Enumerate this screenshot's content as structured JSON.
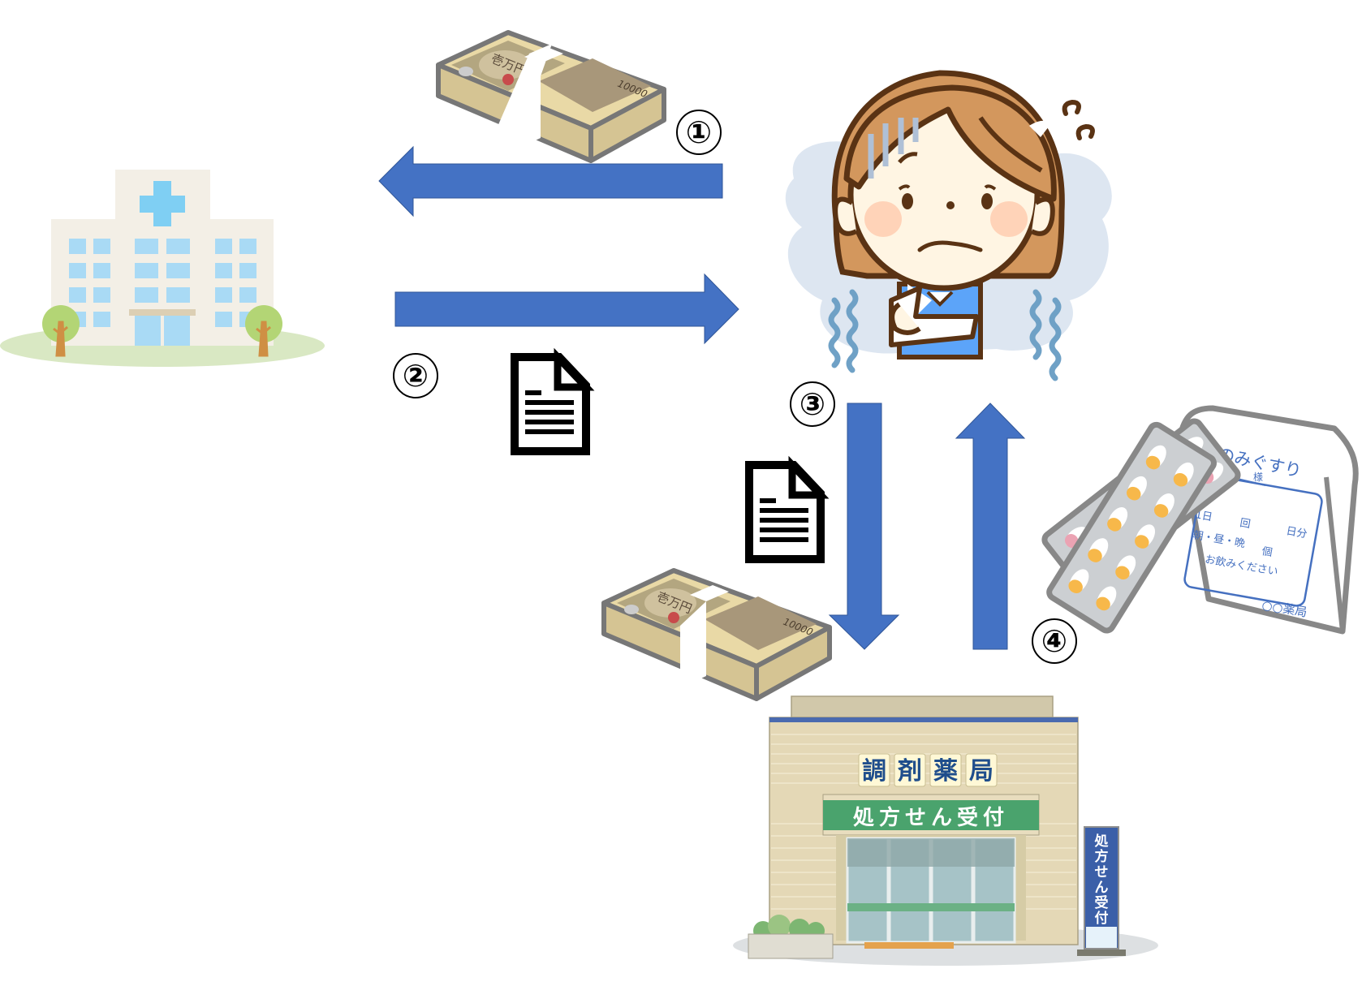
{
  "diagram": {
    "description": "Prescription and payment flow between hospital, patient and pharmacy",
    "colors": {
      "arrow": "#4472C4",
      "arrow_border": "#2F5597",
      "hospital_wall": "#F3EFE6",
      "hospital_window": "#A9DAF5",
      "hospital_cross": "#7FCFF3",
      "ground": "#D9E8C3",
      "tree": "#B3D575",
      "pharmacy_wall": "#E4D8B6",
      "pharmacy_sign_green": "#4AA36D",
      "pharmacy_sign_blue": "#3B5FA8",
      "pharmacy_title_text": "#1F4E8C"
    },
    "nodes": {
      "hospital": {
        "label": "hospital"
      },
      "patient": {
        "label": "patient"
      },
      "pharmacy": {
        "label": "pharmacy",
        "title_sign": [
          "調",
          "剤",
          "薬",
          "局"
        ],
        "reception_sign": "処方せん受付",
        "stand_sign": [
          "処",
          "方",
          "せ",
          "ん",
          "受",
          "付"
        ]
      },
      "medicine_bag": {
        "title": "のみぐすり",
        "name_suffix": "様",
        "lines": [
          "1日",
          "回",
          "日分",
          "朝・昼・晩",
          "個",
          "お飲みください"
        ],
        "pharmacy_name": "○○薬局"
      }
    },
    "money": {
      "band_text": "壱万円",
      "denomination": "10000"
    },
    "steps": [
      {
        "number": "①",
        "from": "patient",
        "to": "hospital",
        "carries": "money"
      },
      {
        "number": "②",
        "from": "hospital",
        "to": "patient",
        "carries": "prescription"
      },
      {
        "number": "③",
        "from": "patient",
        "to": "pharmacy",
        "carries": "prescription + money"
      },
      {
        "number": "④",
        "from": "pharmacy",
        "to": "patient",
        "carries": "medicine"
      }
    ]
  }
}
